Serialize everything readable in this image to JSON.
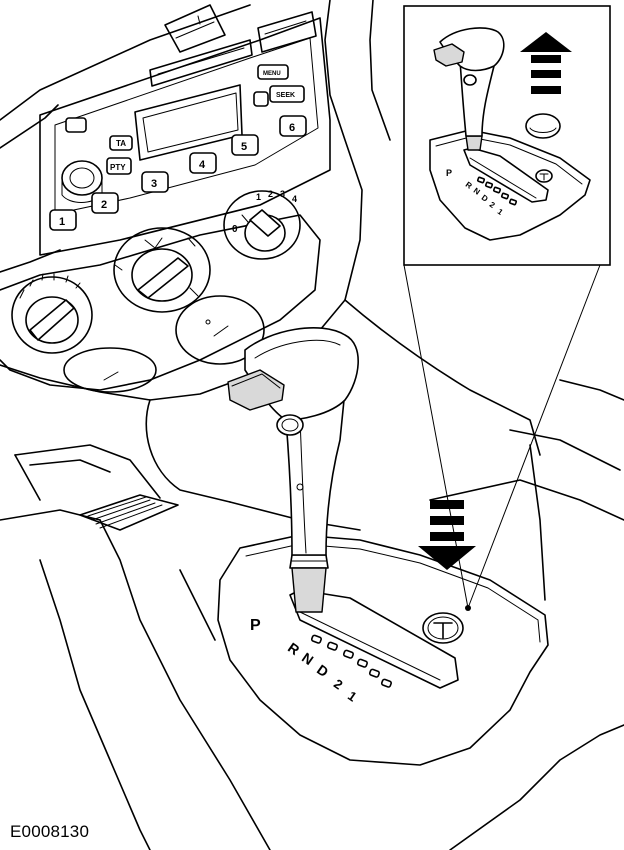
{
  "figure": {
    "reference": "E0008130",
    "radio_labels": {
      "ta": "TA",
      "pty": "PTY",
      "menu": "MENU",
      "seek": "SEEK",
      "presets": [
        "1",
        "2",
        "3",
        "4",
        "5",
        "6"
      ]
    },
    "fan_scale": [
      "0",
      "1",
      "2",
      "3",
      "4"
    ],
    "gear_positions": [
      "P",
      "R",
      "N",
      "D",
      "2",
      "1"
    ],
    "gear_positions_inset": [
      "P",
      "R",
      "N",
      "D",
      "2",
      "1"
    ]
  }
}
